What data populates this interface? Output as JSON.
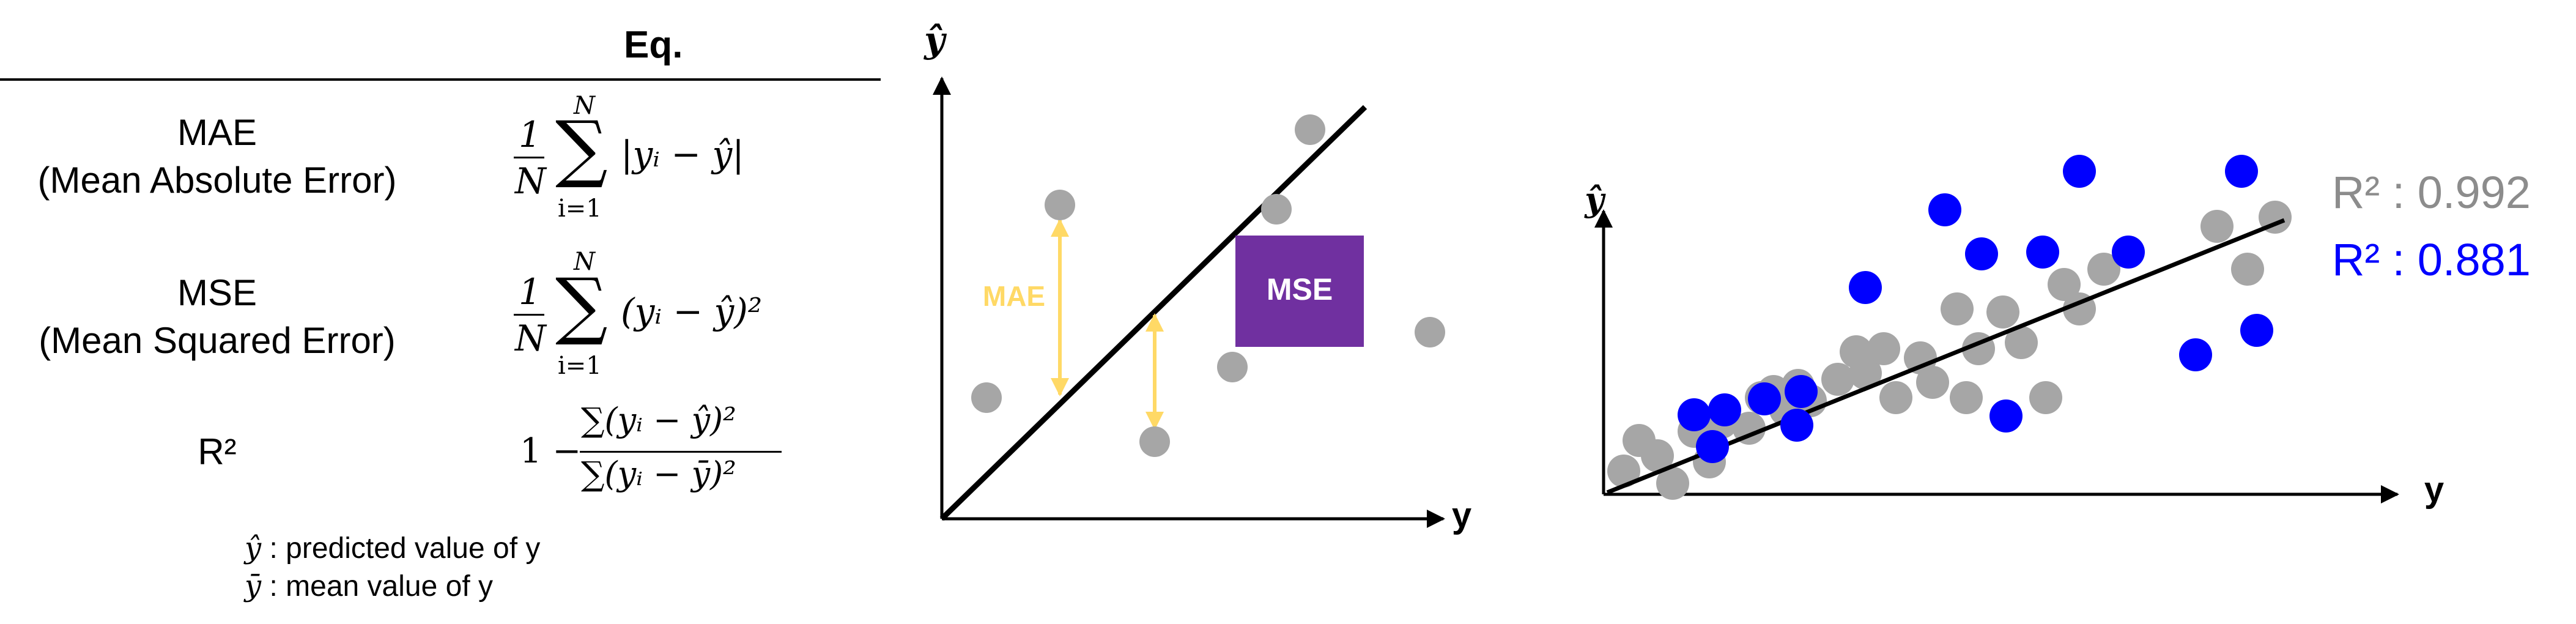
{
  "table": {
    "header": "Eq.",
    "rows": [
      {
        "name": "MAE",
        "desc": "(Mean Absolute Error)"
      },
      {
        "name": "MSE",
        "desc": "(Mean Squared Error)"
      },
      {
        "name": "R²",
        "desc": ""
      }
    ],
    "formulas": {
      "one": "1",
      "N": "N",
      "sum": "∑",
      "upper": "N",
      "lower": "i=1",
      "mae_body": "|yᵢ − ŷ|",
      "mse_body": "(yᵢ − ŷ)²",
      "r2_one": "1 −",
      "r2_num": "∑(yᵢ − ŷ)²",
      "r2_den": "∑(yᵢ − ȳ)²"
    },
    "legend": [
      {
        "sym": "ŷ",
        "text": " : predicted value of y"
      },
      {
        "sym": "ȳ",
        "text": " : mean value of y"
      }
    ]
  },
  "diagram1": {
    "x_label": "y",
    "y_label": "ŷ",
    "mae_label": "MAE",
    "mse_label": "MSE",
    "colors": {
      "point": "#a6a6a6",
      "arrow": "#ffd966",
      "mse_box": "#7030a0",
      "mae_text": "#ffd966"
    }
  },
  "diagram2": {
    "x_label": "y",
    "y_label": "ŷ",
    "r2_gray": "R² : 0.992",
    "r2_blue": "R² : 0.881",
    "colors": {
      "gray": "#a6a6a6",
      "blue": "#0000ff"
    }
  }
}
